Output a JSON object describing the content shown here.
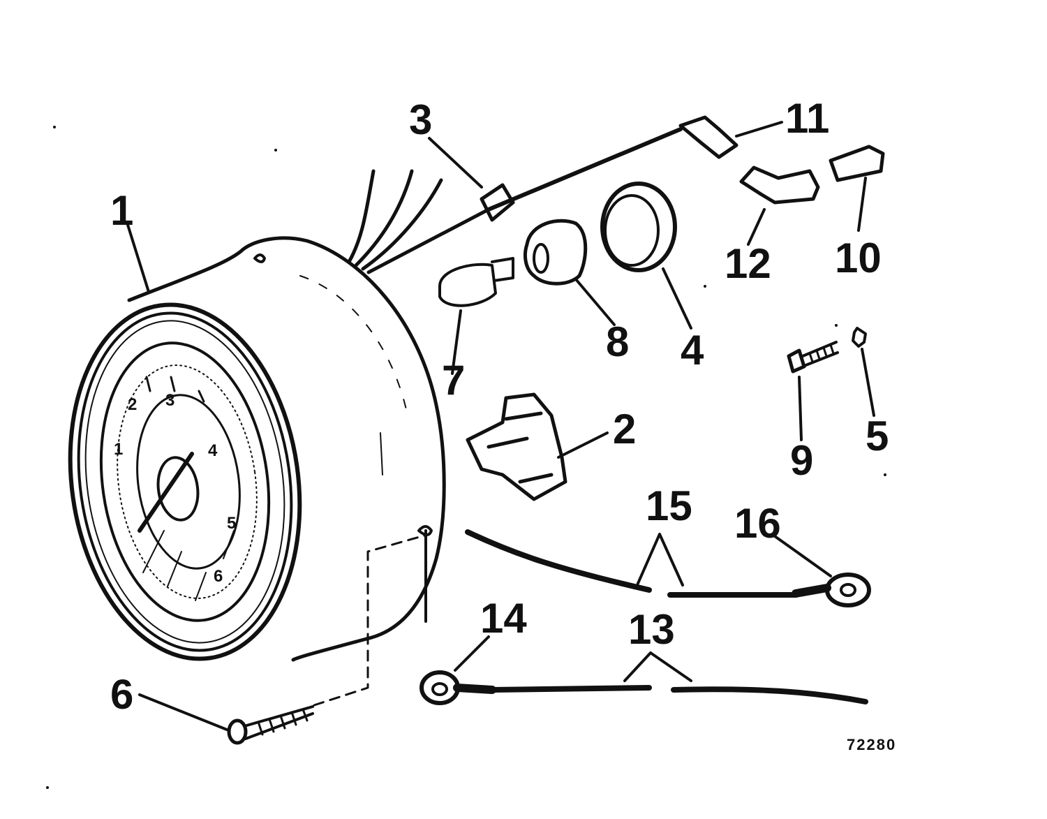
{
  "diagram": {
    "ink_color": "#111111",
    "background_color": "#ffffff",
    "reference_number": "72280",
    "callouts": [
      {
        "id": "c1",
        "label": "1"
      },
      {
        "id": "c2",
        "label": "2"
      },
      {
        "id": "c3",
        "label": "3"
      },
      {
        "id": "c4",
        "label": "4"
      },
      {
        "id": "c5",
        "label": "5"
      },
      {
        "id": "c6",
        "label": "6"
      },
      {
        "id": "c7",
        "label": "7"
      },
      {
        "id": "c8",
        "label": "8"
      },
      {
        "id": "c9",
        "label": "9"
      },
      {
        "id": "c10",
        "label": "10"
      },
      {
        "id": "c11",
        "label": "11"
      },
      {
        "id": "c12",
        "label": "12"
      },
      {
        "id": "c13",
        "label": "13"
      },
      {
        "id": "c14",
        "label": "14"
      },
      {
        "id": "c15",
        "label": "15"
      },
      {
        "id": "c16",
        "label": "16"
      }
    ],
    "dial_numerals": [
      "1",
      "2",
      "3",
      "4",
      "5",
      "6"
    ]
  }
}
